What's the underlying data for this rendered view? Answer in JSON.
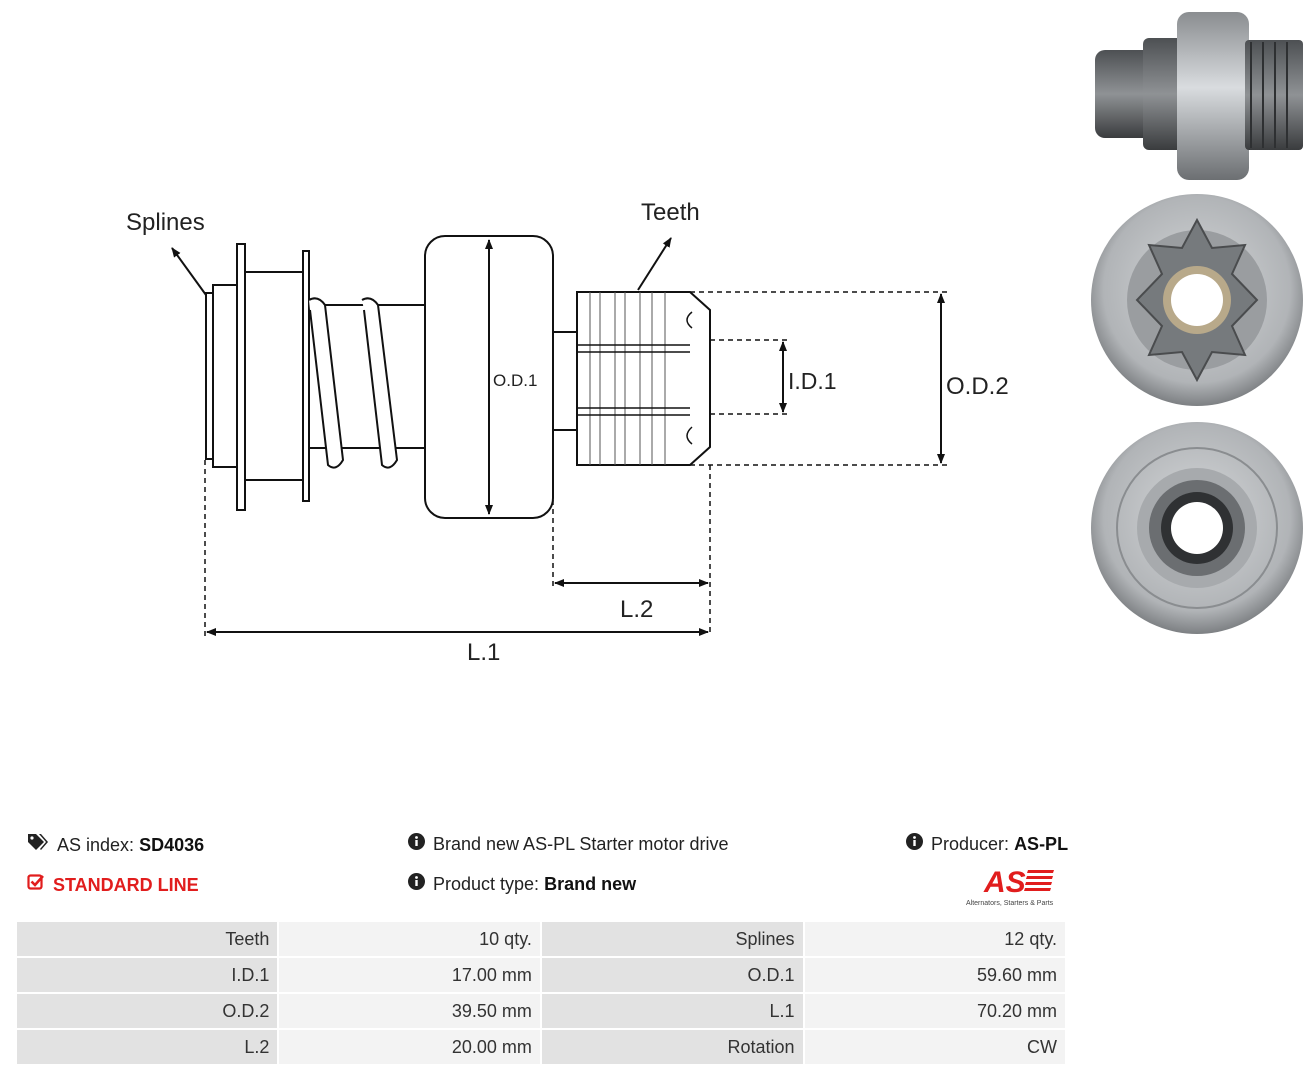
{
  "drawing": {
    "labels": {
      "splines": "Splines",
      "teeth": "Teeth",
      "od1": "O.D.1",
      "id1": "I.D.1",
      "od2": "O.D.2",
      "l2": "L.2",
      "l1": "L.1"
    }
  },
  "info": {
    "as_index_label": "AS index:",
    "as_index_value": "SD4036",
    "line": "STANDARD LINE",
    "description": "Brand new AS-PL Starter motor drive",
    "product_type_label": "Product type:",
    "product_type_value": "Brand new",
    "producer_label": "Producer:",
    "producer_value": "AS-PL"
  },
  "logo": {
    "mark": "AS",
    "tagline": "Alternators, Starters & Parts",
    "color": "#e11d1d"
  },
  "specs": [
    {
      "label1": "Teeth",
      "value1": "10 qty.",
      "label2": "Splines",
      "value2": "12 qty."
    },
    {
      "label1": "I.D.1",
      "value1": "17.00 mm",
      "label2": "O.D.1",
      "value2": "59.60 mm"
    },
    {
      "label1": "O.D.2",
      "value1": "39.50 mm",
      "label2": "L.1",
      "value2": "70.20 mm"
    },
    {
      "label1": "L.2",
      "value1": "20.00 mm",
      "label2": "Rotation",
      "value2": "CW"
    }
  ]
}
